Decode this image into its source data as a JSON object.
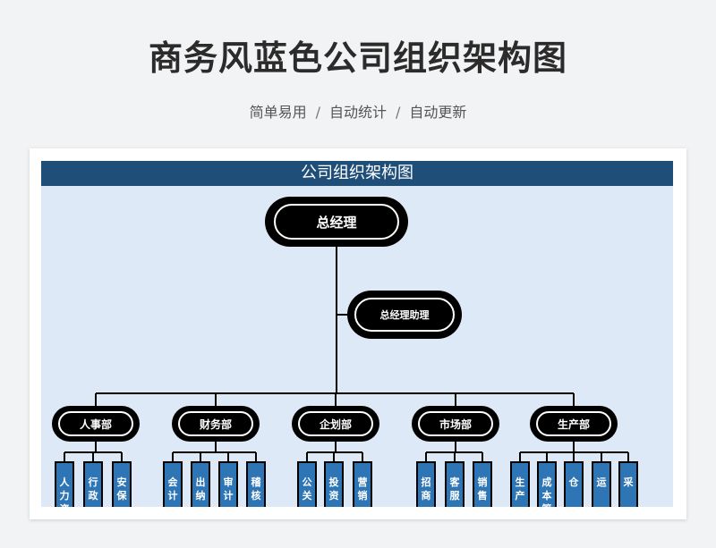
{
  "page": {
    "title": "商务风蓝色公司组织架构图",
    "subtitle_parts": [
      "简单易用",
      "自动统计",
      "自动更新"
    ],
    "separator": "/"
  },
  "chart": {
    "banner": "公司组织架构图",
    "ceo": "总经理",
    "assistant": "总经理助理",
    "departments": [
      {
        "name": "人事部",
        "subs": [
          "人力资",
          "行政",
          "安保"
        ]
      },
      {
        "name": "财务部",
        "subs": [
          "会计",
          "出纳",
          "审计",
          "稽核"
        ]
      },
      {
        "name": "企划部",
        "subs": [
          "公关",
          "投资",
          "营销"
        ]
      },
      {
        "name": "市场部",
        "subs": [
          "招商",
          "客服",
          "销售"
        ]
      },
      {
        "name": "生产部",
        "subs": [
          "生产",
          "成本管",
          "仓",
          "运",
          "采"
        ]
      }
    ]
  },
  "colors": {
    "banner_bg": "#1f4e79",
    "sheet_bg": "#dde9f6",
    "node_bg": "#000000",
    "sub_bg": "#2e75b6"
  }
}
